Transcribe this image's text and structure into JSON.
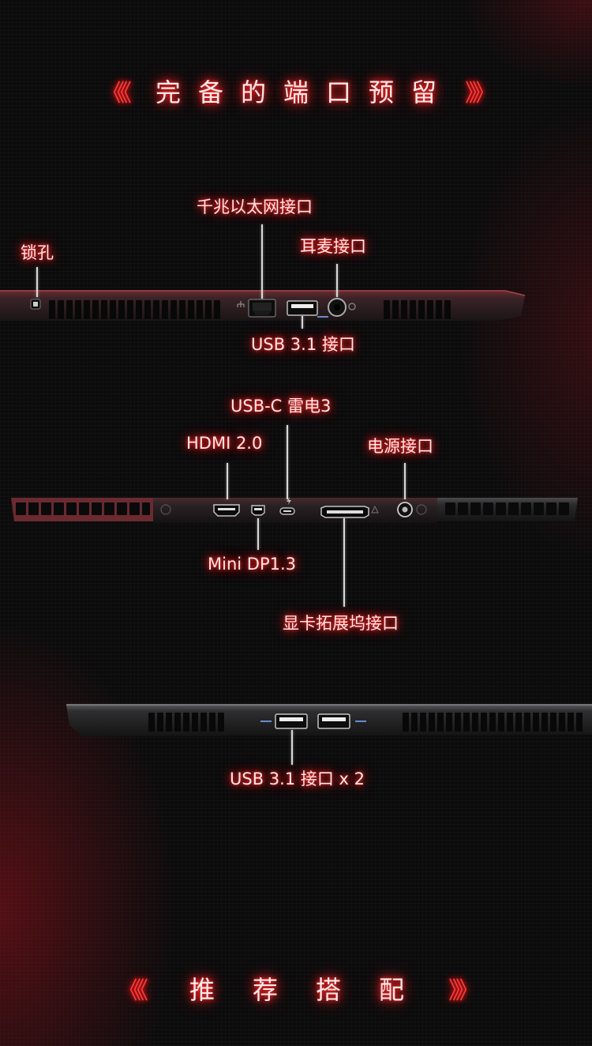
{
  "header": {
    "title": "完备的端口预留",
    "chev_left": "《《",
    "chev_right": "》》"
  },
  "side1": {
    "labels": {
      "lock": "锁孔",
      "ethernet": "千兆以太网接口",
      "audio": "耳麦接口",
      "usb": "USB 3.1 接口"
    }
  },
  "side2": {
    "labels": {
      "thunderbolt": "USB-C 雷电3",
      "hdmi": "HDMI 2.0",
      "power": "电源接口",
      "minidp": "Mini DP1.3",
      "dock": "显卡拓展坞接口"
    }
  },
  "side3": {
    "labels": {
      "usb": "USB 3.1 接口 x 2"
    }
  },
  "footer": {
    "title": "推荐搭配",
    "chev_left": "《《",
    "chev_right": "》》"
  },
  "colors": {
    "glow": "#ff2a2a",
    "text": "#ffe6e6",
    "background": "#0b0b0c"
  }
}
